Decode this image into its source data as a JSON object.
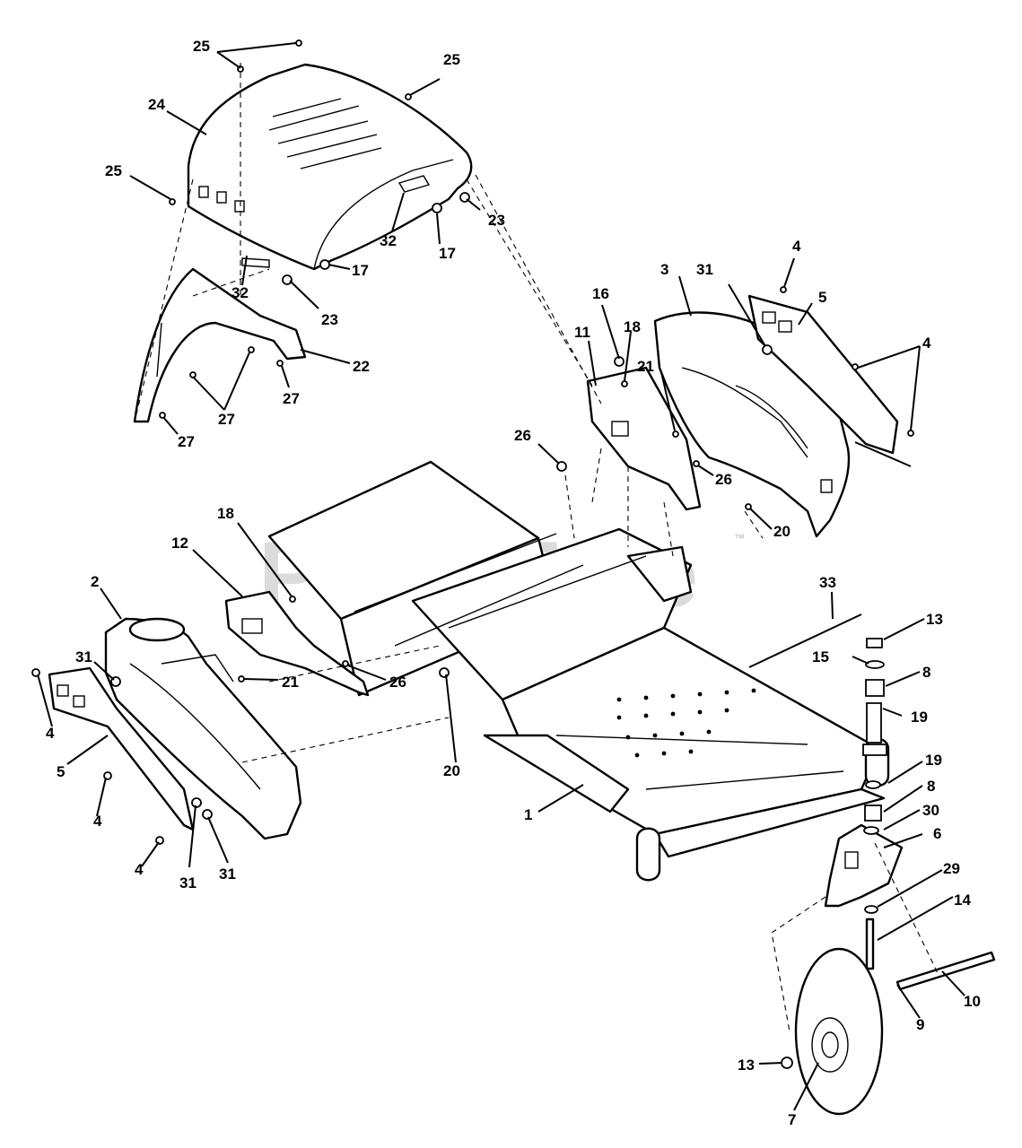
{
  "watermark": {
    "text": "PartsTree",
    "trademark": "™"
  },
  "callouts": [
    {
      "label": "25"
    },
    {
      "label": "25"
    },
    {
      "label": "24"
    },
    {
      "label": "25"
    },
    {
      "label": "32"
    },
    {
      "label": "17"
    },
    {
      "label": "23"
    },
    {
      "label": "32"
    },
    {
      "label": "17"
    },
    {
      "label": "23"
    },
    {
      "label": "22"
    },
    {
      "label": "27"
    },
    {
      "label": "27"
    },
    {
      "label": "27"
    },
    {
      "label": "4"
    },
    {
      "label": "3"
    },
    {
      "label": "31"
    },
    {
      "label": "5"
    },
    {
      "label": "16"
    },
    {
      "label": "18"
    },
    {
      "label": "11"
    },
    {
      "label": "21"
    },
    {
      "label": "4"
    },
    {
      "label": "26"
    },
    {
      "label": "26"
    },
    {
      "label": "20"
    },
    {
      "label": "18"
    },
    {
      "label": "12"
    },
    {
      "label": "2"
    },
    {
      "label": "33"
    },
    {
      "label": "13"
    },
    {
      "label": "15"
    },
    {
      "label": "8"
    },
    {
      "label": "19"
    },
    {
      "label": "31"
    },
    {
      "label": "21"
    },
    {
      "label": "26"
    },
    {
      "label": "4"
    },
    {
      "label": "5"
    },
    {
      "label": "20"
    },
    {
      "label": "19"
    },
    {
      "label": "8"
    },
    {
      "label": "1"
    },
    {
      "label": "30"
    },
    {
      "label": "4"
    },
    {
      "label": "6"
    },
    {
      "label": "4"
    },
    {
      "label": "31"
    },
    {
      "label": "31"
    },
    {
      "label": "29"
    },
    {
      "label": "14"
    },
    {
      "label": "10"
    },
    {
      "label": "9"
    },
    {
      "label": "13"
    },
    {
      "label": "7"
    }
  ]
}
